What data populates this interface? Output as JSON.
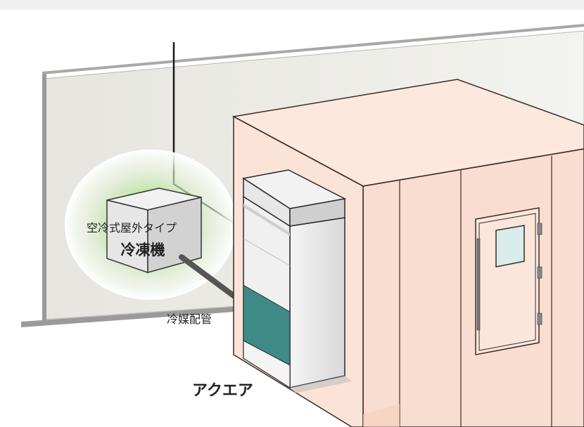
{
  "labels": {
    "outdoor_type": "空冷式屋外タイプ",
    "refrigerator": "冷凍機",
    "refrigerant_pipe": "冷媒配管",
    "product": "アクエア"
  },
  "colors": {
    "background": "#f2f2f2",
    "wall_face": "#e9e8e3",
    "wall_edge": "#9a9a9a",
    "room_front": "#f9ddd0",
    "room_top": "#fde8de",
    "room_outline": "#3a2b24",
    "unit_body": "#e8e8e8",
    "unit_accent": "#3e8a87",
    "window": "#d7eceb",
    "glow": "#8fcf6a",
    "pipe": "#555555"
  }
}
